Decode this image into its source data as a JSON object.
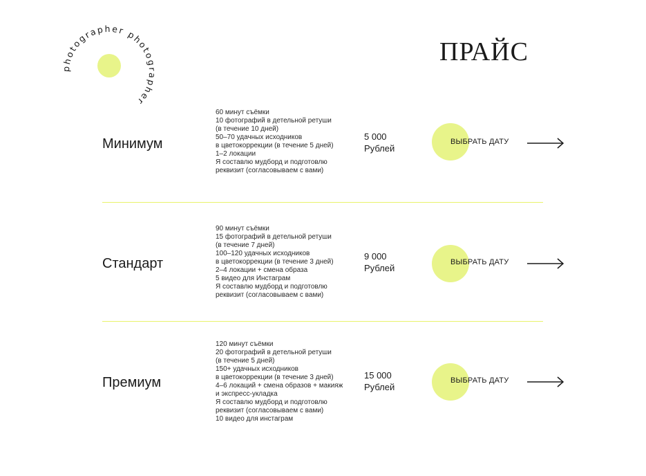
{
  "brand": {
    "ring_text": "photographer photographer",
    "accent_color": "#e8f48a",
    "divider_color": "#e9f36a"
  },
  "page": {
    "title": "ПРАЙС"
  },
  "plans": [
    {
      "name": "Минимум",
      "features": [
        "60 минут съёмки",
        "10 фотографий в детельной ретуши",
        "(в течение 10 дней)",
        "50–70 удачных исходников",
        "в цветокоррекции (в течение 5 дней)",
        "1–2 локации",
        "Я составлю мудборд и подготовлю",
        "реквизит (согласовываем с вами)"
      ],
      "price_amount": "5 000",
      "price_currency": "Рублей",
      "button_label": "ВЫБРАТЬ ДАТУ",
      "arrow_icon": "arrow-right-icon"
    },
    {
      "name": "Стандарт",
      "features": [
        "90 минут съёмки",
        "15 фотографий в детельной ретуши",
        "(в течение 7 дней)",
        "100–120 удачных исходников",
        "в цветокоррекции (в течение 3 дней)",
        "2–4 локации + смена образа",
        "5 видео для Инстаграм",
        "Я составлю мудборд и подготовлю",
        "реквизит (согласовываем с вами)"
      ],
      "price_amount": "9 000",
      "price_currency": "Рублей",
      "button_label": "ВЫБРАТЬ ДАТУ",
      "arrow_icon": "arrow-right-icon"
    },
    {
      "name": "Премиум",
      "features": [
        "120 минут съёмки",
        "20 фотографий в детельной ретуши",
        "(в течение 5 дней)",
        "150+ удачных исходников",
        "в цветокоррекции (в течение 3 дней)",
        "4–6 локаций + смена образов + макияж",
        "и экспресс-укладка",
        "Я составлю мудборд и подготовлю",
        "реквизит (согласовываем с вами)",
        "10 видео для инстаграм"
      ],
      "price_amount": "15 000",
      "price_currency": "Рублей",
      "button_label": "ВЫБРАТЬ ДАТУ",
      "arrow_icon": "arrow-right-icon"
    }
  ]
}
